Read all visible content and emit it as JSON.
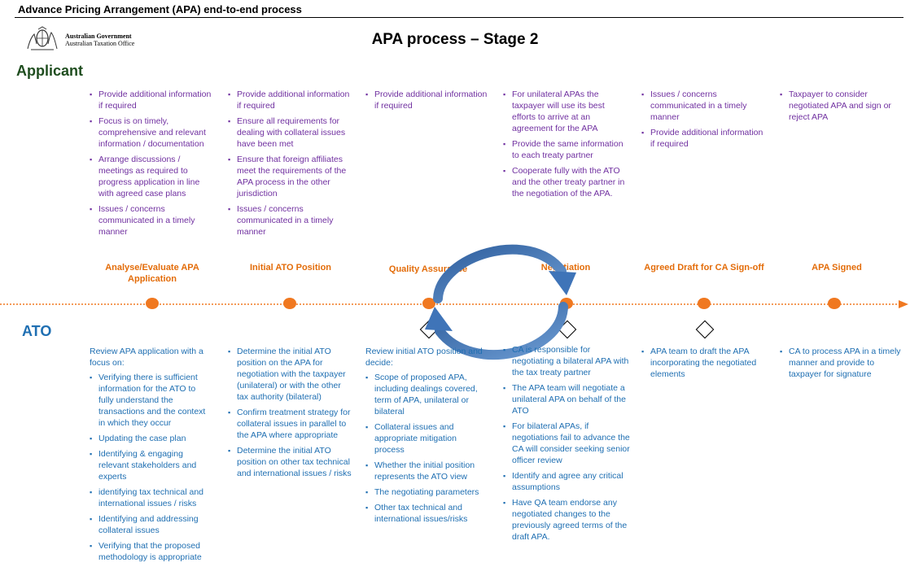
{
  "header": {
    "doc_title": "Advance Pricing Arrangement (APA) end-to-end process",
    "logo_line1": "Australian Government",
    "logo_line2": "Australian Taxation Office",
    "stage_title": "APA process – Stage 2"
  },
  "lanes": {
    "applicant": "Applicant",
    "ato": "ATO"
  },
  "applicant_columns": [
    {
      "items": [
        "Provide additional information if required",
        "Focus is on timely, comprehensive and relevant information / documentation",
        "Arrange discussions / meetings as required to progress application in line with agreed case plans",
        "Issues / concerns communicated in a timely manner"
      ]
    },
    {
      "items": [
        "Provide additional information if required",
        "Ensure all requirements for dealing with collateral issues have been met",
        "Ensure that foreign affiliates meet the requirements of the APA process in the other jurisdiction",
        "Issues / concerns communicated in a timely manner"
      ]
    },
    {
      "items": [
        "Provide additional information if required"
      ]
    },
    {
      "items": [
        "For unilateral APAs the taxpayer will use its best efforts to arrive at an agreement for the APA",
        "Provide the same information to each treaty partner",
        "Cooperate fully with the ATO and the other treaty partner in the negotiation of the APA."
      ]
    },
    {
      "items": [
        "Issues / concerns communicated in a timely manner",
        "Provide additional information if required"
      ]
    },
    {
      "items": [
        "Taxpayer to consider negotiated APA and sign or reject APA"
      ]
    }
  ],
  "stages": [
    "Analyse/Evaluate APA Application",
    "Initial ATO Position",
    "Quality Assurance",
    "Negotiation",
    "Agreed Draft for CA Sign-off",
    "APA Signed"
  ],
  "ato_columns": [
    {
      "intro": "Review APA application with a focus on:",
      "items": [
        "Verifying there is sufficient information for the ATO to fully understand the transactions and the context in which they occur",
        "Updating the case plan",
        "Identifying & engaging relevant stakeholders and experts",
        "identifying tax technical and international issues / risks",
        "Identifying and addressing collateral issues",
        "Verifying that the proposed methodology is appropriate"
      ]
    },
    {
      "intro": "",
      "items": [
        "Determine the initial ATO position on the APA for negotiation with the taxpayer (unilateral) or with the other tax authority (bilateral)",
        "Confirm treatment strategy for collateral issues in parallel to the APA where appropriate",
        "Determine the initial ATO position on other tax technical and international issues / risks"
      ]
    },
    {
      "intro": "Review initial ATO position and decide:",
      "items": [
        "Scope of proposed APA, including dealings covered, term of APA, unilateral or bilateral",
        "Collateral issues and appropriate mitigation process",
        "Whether the initial position represents the ATO view",
        "The negotiating parameters",
        "Other tax technical and international issues/risks"
      ]
    },
    {
      "intro": "",
      "items": [
        "CA is responsible for negotiating a bilateral APA with the tax treaty partner",
        "The APA team will negotiate a unilateral APA on behalf of the ATO",
        "For bilateral APAs, if negotiations fail to advance the CA will consider seeking senior officer review",
        "Identify and agree any critical assumptions",
        "Have QA team endorse any negotiated changes to the previously agreed terms of the draft APA."
      ]
    },
    {
      "intro": "",
      "items": [
        "APA team to draft the APA incorporating the negotiated elements"
      ]
    },
    {
      "intro": "",
      "items": [
        "CA to process APA in a timely manner and provide to taxpayer for signature"
      ]
    }
  ],
  "colors": {
    "applicant_text": "#7030a0",
    "ato_text": "#1f6fb2",
    "stage_orange": "#e36c09",
    "timeline_orange": "#f07820",
    "cycle_arrow_blue": "#3f74b8"
  }
}
